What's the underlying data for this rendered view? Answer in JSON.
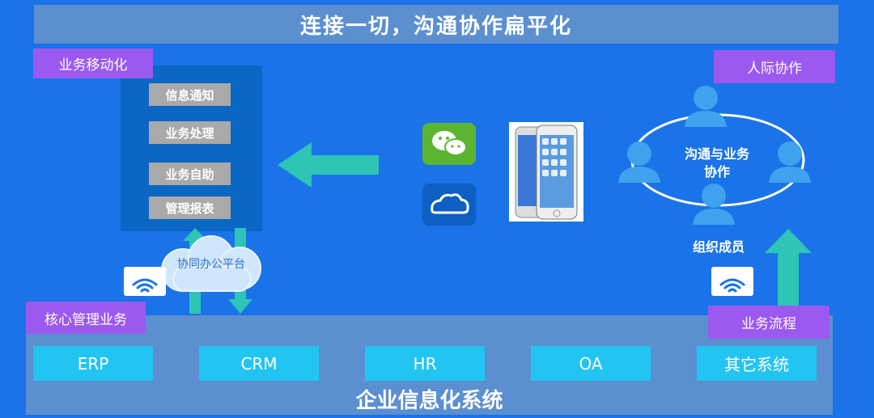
{
  "header": {
    "title": "连接一切，沟通协作扁平化"
  },
  "tags": {
    "mobile": "业务移动化",
    "collab": "人际协作",
    "core": "核心管理业务",
    "process": "业务流程"
  },
  "mobile_functions": [
    "信息通知",
    "业务处理",
    "业务自助",
    "管理报表"
  ],
  "cloud_label": "协同办公平台",
  "collab_circle_label": "沟通与业务协作",
  "org_members_label": "组织成员",
  "systems": [
    "ERP",
    "CRM",
    "HR",
    "OA",
    "其它系统"
  ],
  "bottom_title": "企业信息化系统",
  "colors": {
    "background": "#1a73e8",
    "tag": "#9b59f0",
    "panel": "#5b8fd0",
    "system_box": "#22c5f2",
    "arrow": "#2ec4b6"
  },
  "icons": [
    "wechat-icon",
    "cloud-app-icon",
    "iphone-image",
    "wifi-icon",
    "person-icon"
  ]
}
